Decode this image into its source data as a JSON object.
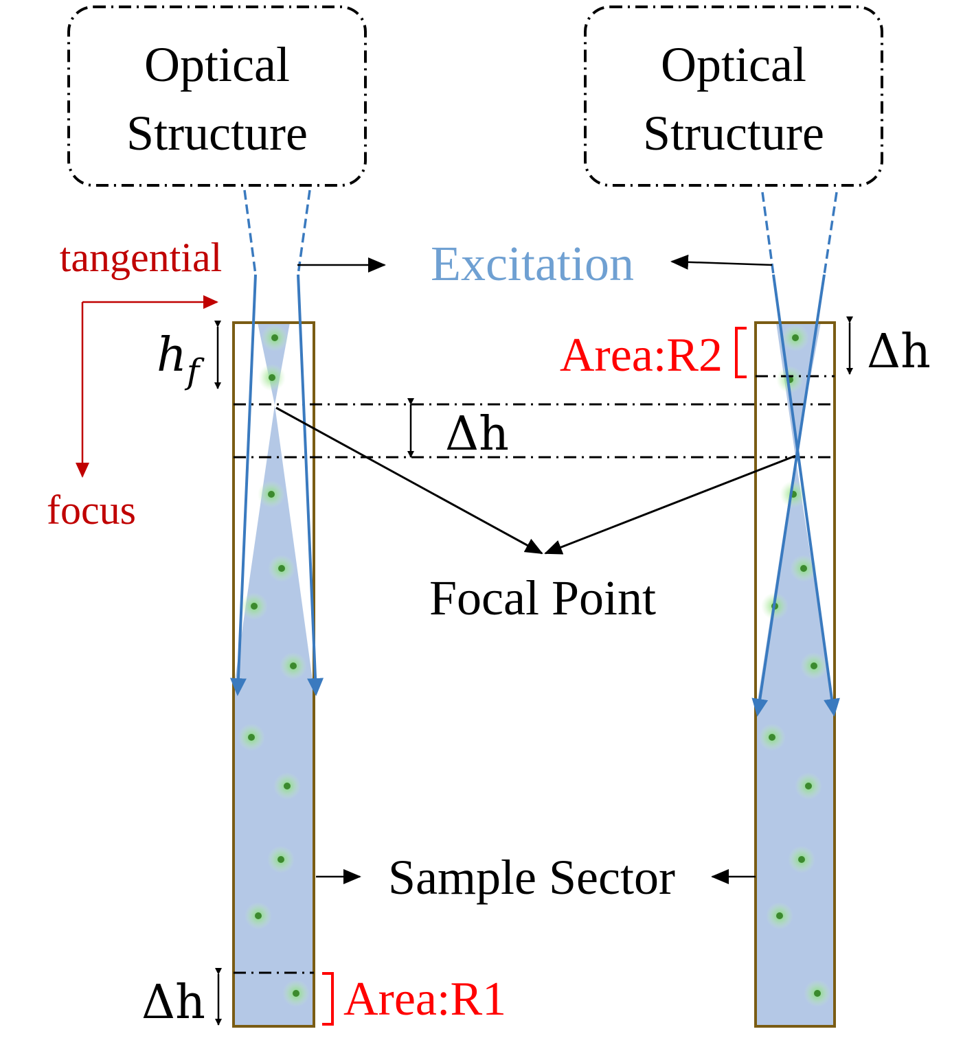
{
  "colors": {
    "excitation_blue": "#3a7abf",
    "excitation_text": "#6fa0d2",
    "sample_fill": "#b4c8e6",
    "sector_border": "#7a5c14",
    "annotation_red": "#c00000",
    "area_red": "#ff0000",
    "particle_green": "#3c8a2e"
  },
  "icons": [
    "dashdot-rounded-box",
    "double-arrow-icon",
    "arrow-icon",
    "particle-dot"
  ],
  "labels": {
    "optical_structure_left": [
      "Optical",
      "Structure"
    ],
    "optical_structure_right": [
      "Optical",
      "Structure"
    ],
    "excitation": "Excitation",
    "tangential": "tangential",
    "focus": "focus",
    "hf_base": "h",
    "hf_sub": "f",
    "delta_h": "Δh",
    "delta_h_left_bottom": "Δh",
    "delta_h_right_top": "Δh",
    "area_r2": "Area:R2",
    "area_r1": "Area:R1",
    "focal_point": "Focal Point",
    "sample_sector": "Sample Sector"
  }
}
